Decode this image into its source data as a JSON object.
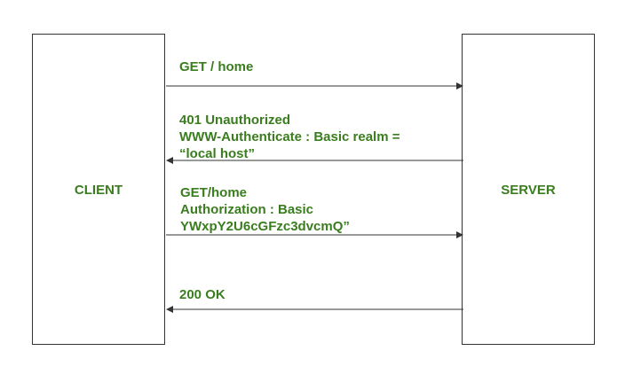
{
  "colors": {
    "text": "#3a7d1e",
    "line": "#333333"
  },
  "client": {
    "label": "CLIENT"
  },
  "server": {
    "label": "SERVER"
  },
  "messages": [
    {
      "direction": "client-to-server",
      "lines": [
        "GET / home"
      ]
    },
    {
      "direction": "server-to-client",
      "lines": [
        "401 Unauthorized",
        "WWW-Authenticate : Basic realm =",
        "“local host”"
      ]
    },
    {
      "direction": "client-to-server",
      "lines": [
        "GET/home",
        "Authorization : Basic",
        "YWxpY2U6cGFzc3dvcmQ”"
      ]
    },
    {
      "direction": "server-to-client",
      "lines": [
        "200 OK"
      ]
    }
  ]
}
